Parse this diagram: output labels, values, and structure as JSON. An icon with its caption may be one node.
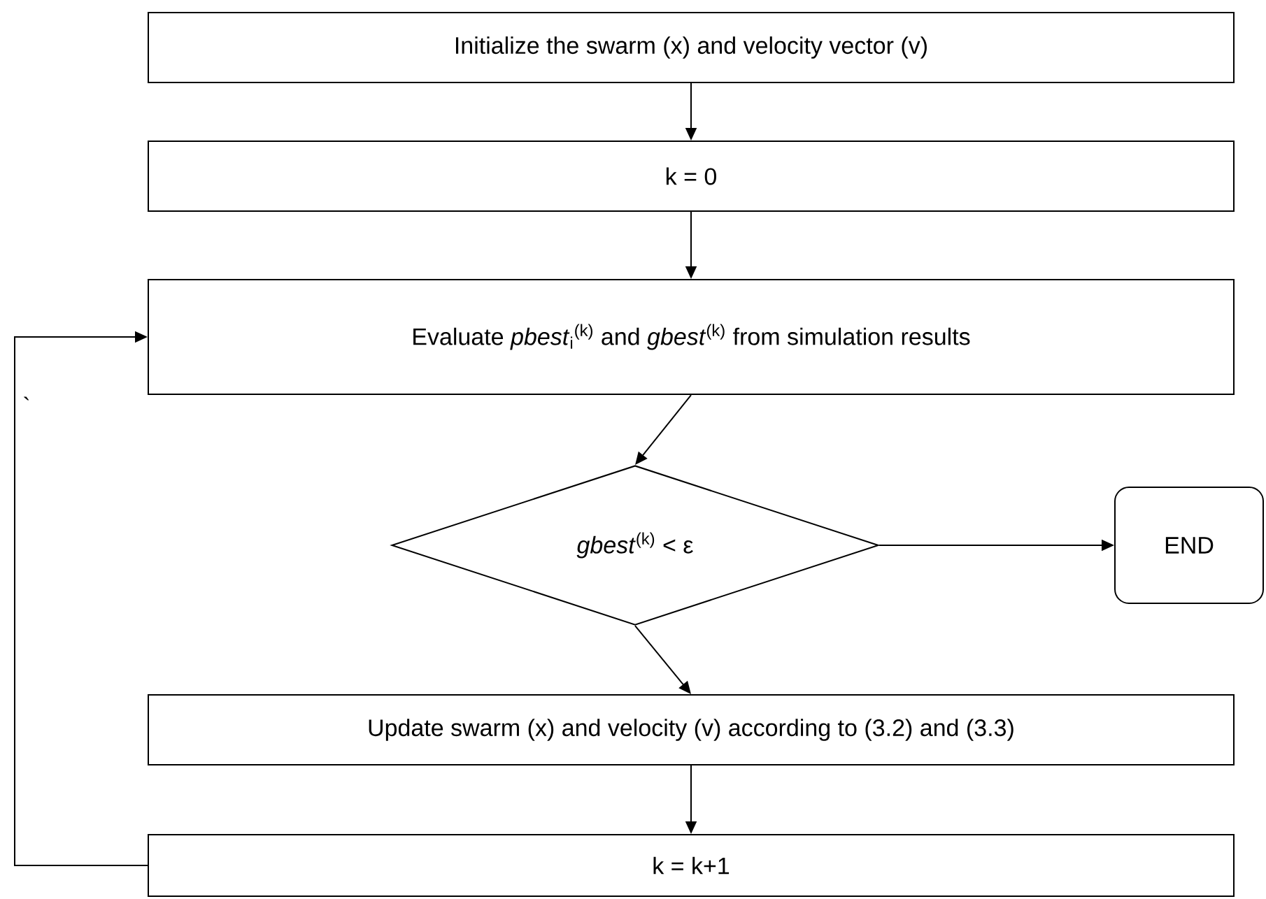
{
  "diagram": {
    "nodes": [
      {
        "text": [
          "Initialize the swarm (x) and velocity vector (v)"
        ]
      },
      {
        "text": [
          "k = 0"
        ]
      },
      {
        "text": [
          "Evaluate *pbest*$_{i}$$^{(k)}$ and *gbest*$^{(k)}$ from simulation results"
        ]
      },
      {
        "text": [
          "*gbest*$^{(k)}$ < ε"
        ]
      },
      {
        "text": [
          "END"
        ]
      },
      {
        "text": [
          "Update swarm (x) and velocity (v) according to (3.2) and (3.3)"
        ]
      },
      {
        "text": [
          "k = k+1"
        ]
      }
    ],
    "edges": [
      {
        "from": 0,
        "to": 1,
        "arrow": "to"
      },
      {
        "from": 1,
        "to": 2,
        "arrow": "to"
      },
      {
        "from": 2,
        "to": 3,
        "arrow": "to"
      },
      {
        "from": 3,
        "to": 4,
        "arrow": "to"
      },
      {
        "from": 3,
        "to": 5,
        "arrow": "to"
      },
      {
        "from": 5,
        "to": 6,
        "arrow": "to"
      },
      {
        "from": 6,
        "to": 2,
        "arrow": "to"
      }
    ],
    "labels": [
      "`"
    ]
  }
}
